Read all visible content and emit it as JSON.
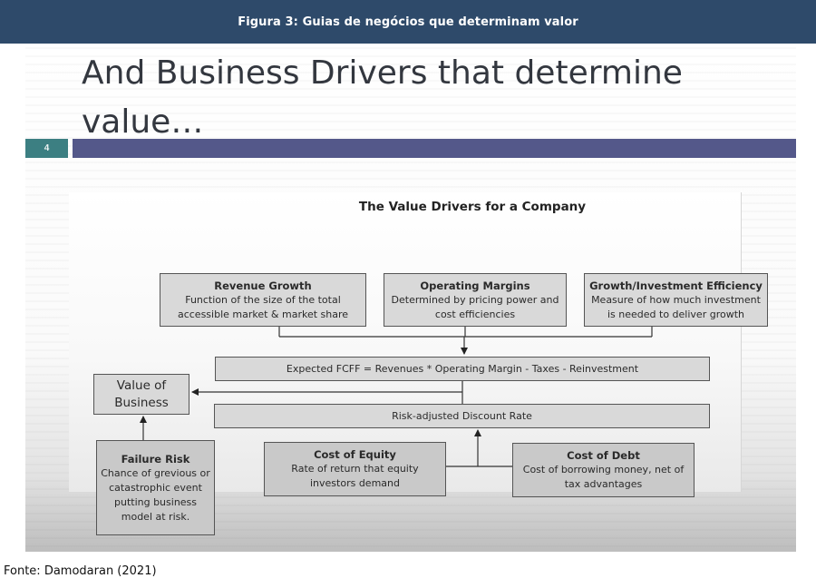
{
  "caption": {
    "title": "Figura 3: Guias de negócios que determinam valor",
    "background_color": "#2e4a6a"
  },
  "slide": {
    "title": "And Business Drivers that determine value…",
    "number": "4",
    "number_color": "#3c7f82",
    "band_color": "#54588a"
  },
  "diagram": {
    "title": "The Value Drivers for a Company",
    "nodes": {
      "revenue_growth": {
        "title": "Revenue Growth",
        "text": "Function of the size of the total accessible market & market share"
      },
      "operating_margins": {
        "title": "Operating Margins",
        "text": "Determined by pricing power and cost efficiencies"
      },
      "growth_investment_efficiency": {
        "title": "Growth/Investment Efficiency",
        "text": "Measure of how much investment is needed to deliver growth"
      },
      "expected_fcff": {
        "text": "Expected FCFF = Revenues * Operating Margin - Taxes - Reinvestment"
      },
      "value_of_business": {
        "text": "Value of Business"
      },
      "risk_adjusted_discount_rate": {
        "text": "Risk-adjusted Discount Rate"
      },
      "failure_risk": {
        "title": "Failure Risk",
        "text": "Chance of grevious or catastrophic event putting business model at risk."
      },
      "cost_of_equity": {
        "title": "Cost of Equity",
        "text": "Rate of return that equity investors demand"
      },
      "cost_of_debt": {
        "title": "Cost of Debt",
        "text": "Cost of borrowing money, net of tax advantages"
      }
    },
    "edges": [
      {
        "from": [
          "revenue_growth",
          "operating_margins",
          "growth_investment_efficiency"
        ],
        "to": "expected_fcff"
      },
      {
        "from": [
          "expected_fcff",
          "risk_adjusted_discount_rate"
        ],
        "to": "value_of_business"
      },
      {
        "from": [
          "failure_risk"
        ],
        "to": "value_of_business"
      },
      {
        "from": [
          "cost_of_equity",
          "cost_of_debt"
        ],
        "to": "risk_adjusted_discount_rate"
      }
    ]
  },
  "source": "Fonte: Damodaran (2021)"
}
